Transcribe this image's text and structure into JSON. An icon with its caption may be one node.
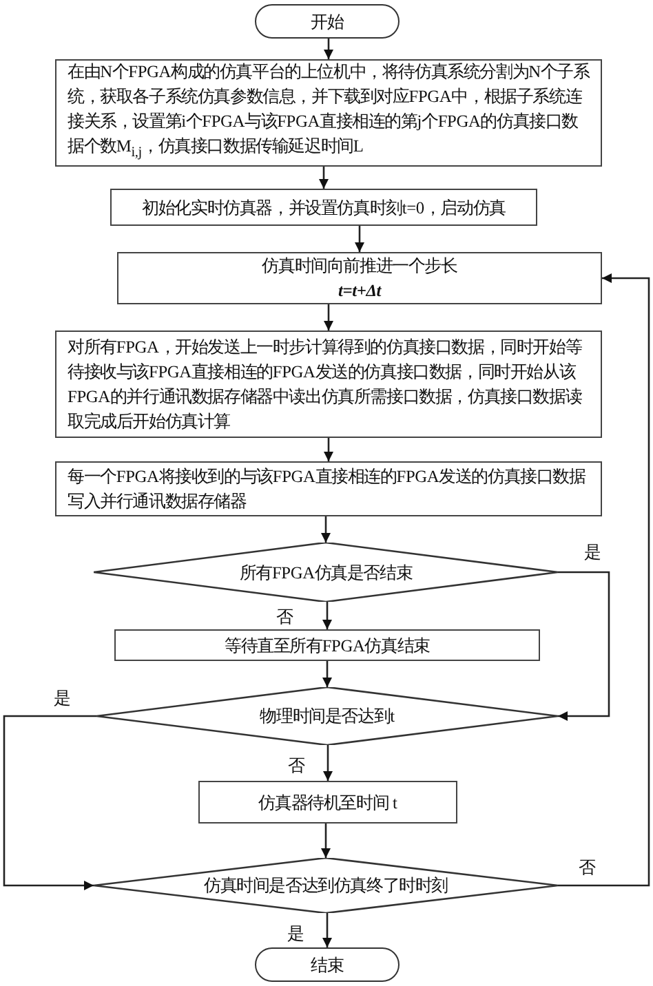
{
  "diagram": {
    "nodes": [
      {
        "text": [
          "开始"
        ]
      },
      {
        "text": [
          "在由N个FPGA构成的仿真平台的上位机中，将待仿真系统分割为N个子系统，获取各子系统仿真参数信息，并下载到对应FPGA中，根据子系统连接关系，设置第i个FPGA与该FPGA直接相连的第j个FPGA的仿真接口数据个数M$_{i,j}$，仿真接口数据传输延迟时间L"
        ]
      },
      {
        "text": [
          "初始化实时仿真器，并设置仿真时刻t=0，启动仿真"
        ]
      },
      {
        "text": [
          "仿真时间向前推进一个步长",
          "t=t+Δt"
        ]
      },
      {
        "text": [
          "对所有FPGA，开始发送上一时步计算得到的仿真接口数据，同时开始等待接收与该FPGA直接相连的FPGA发送的仿真接口数据，同时开始从该FPGA的并行通讯数据存储器中读出仿真所需接口数据，仿真接口数据读取完成后开始仿真计算"
        ]
      },
      {
        "text": [
          "每一个FPGA将接收到的与该FPGA直接相连的FPGA发送的仿真接口数据写入并行通讯数据存储器"
        ]
      },
      {
        "text": [
          "所有FPGA仿真是否结束"
        ]
      },
      {
        "text": [
          "等待直至所有FPGA仿真结束"
        ]
      },
      {
        "text": [
          "物理时间是否达到t"
        ]
      },
      {
        "text": [
          "仿真器待机至时间 t"
        ]
      },
      {
        "text": [
          "仿真时间是否达到仿真终了时时刻"
        ]
      },
      {
        "text": [
          "结束"
        ]
      }
    ],
    "edges": [
      {
        "from": 0,
        "to": 1,
        "arrow": "to"
      },
      {
        "from": 1,
        "to": 2,
        "arrow": "to"
      },
      {
        "from": 2,
        "to": 3,
        "arrow": "to"
      },
      {
        "from": 3,
        "to": 4,
        "arrow": "to"
      },
      {
        "from": 4,
        "to": 5,
        "arrow": "to"
      },
      {
        "from": 5,
        "to": 6,
        "arrow": "to"
      },
      {
        "from": 6,
        "to": 7,
        "arrow": "to",
        "label": "否"
      },
      {
        "from": 6,
        "to": 8,
        "arrow": "to",
        "label": "是"
      },
      {
        "from": 7,
        "to": 8,
        "arrow": "to"
      },
      {
        "from": 8,
        "to": 9,
        "arrow": "to",
        "label": "否"
      },
      {
        "from": 8,
        "to": 10,
        "arrow": "to",
        "label": "是"
      },
      {
        "from": 9,
        "to": 10,
        "arrow": "to"
      },
      {
        "from": 10,
        "to": 3,
        "arrow": "to",
        "label": "否"
      },
      {
        "from": 10,
        "to": 11,
        "arrow": "to",
        "label": "是"
      }
    ]
  }
}
